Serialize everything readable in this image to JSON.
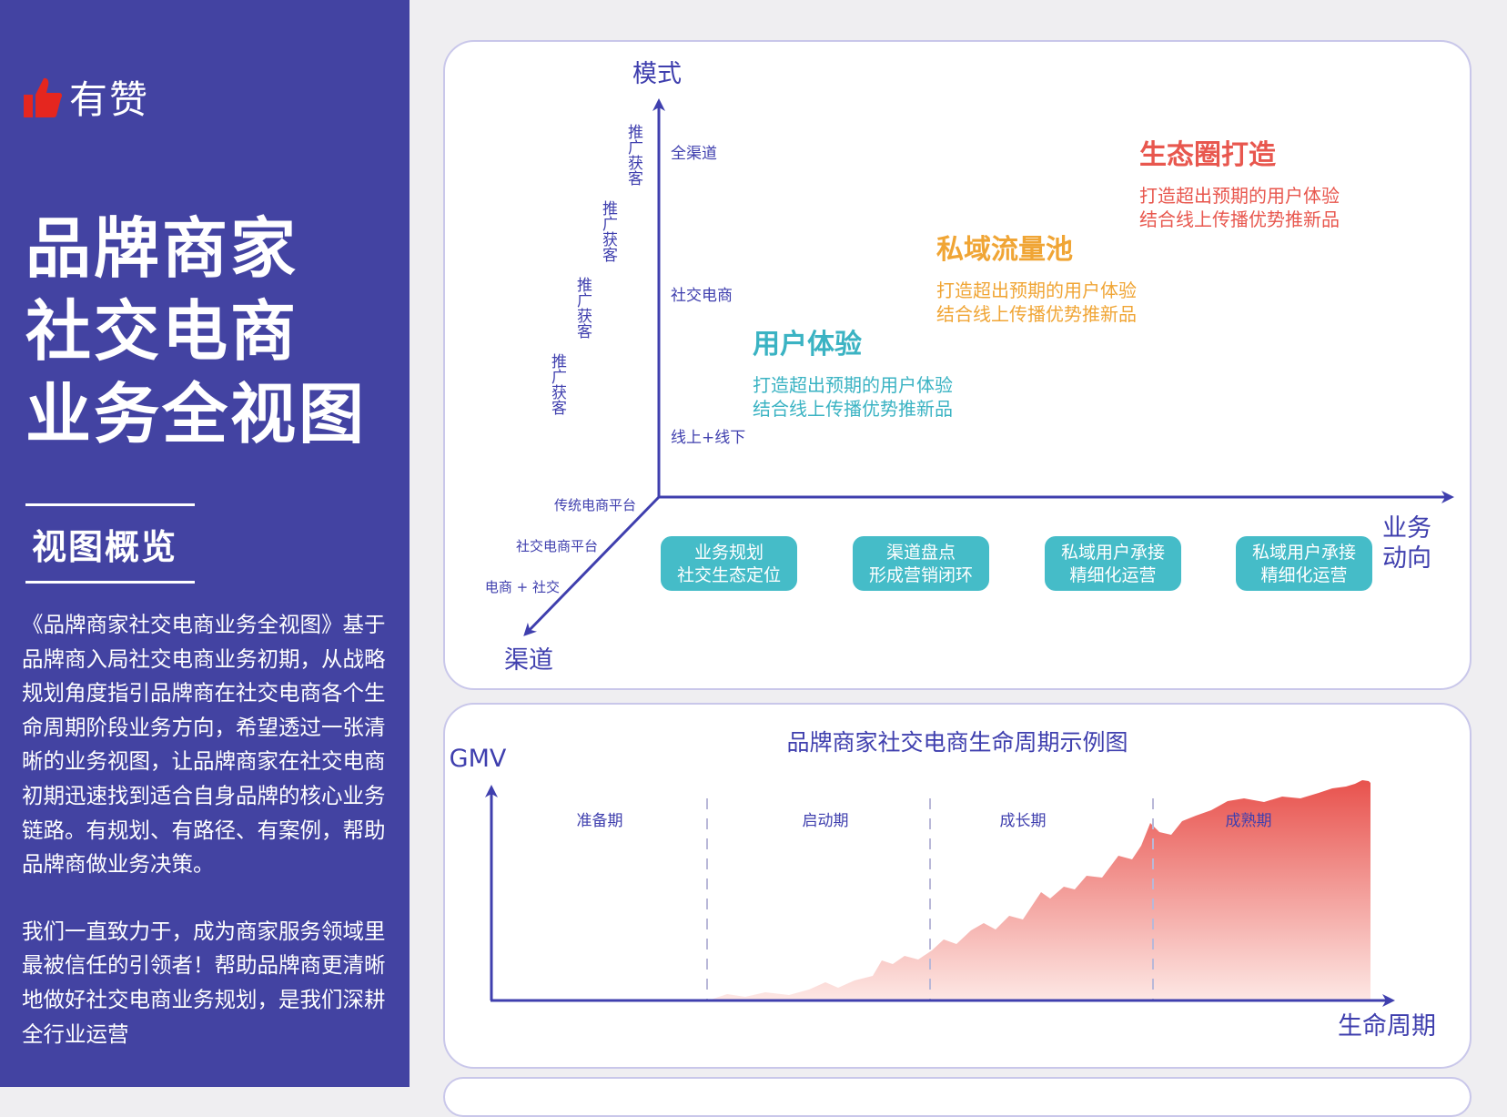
{
  "brand": {
    "name": "有赞"
  },
  "sidebar": {
    "title_lines": [
      "品牌商家",
      "社交电商",
      "业务全视图"
    ],
    "section_title": "视图概览",
    "paragraph1": "《品牌商家社交电商业务全视图》基于品牌商入局社交电商业务初期，从战略规划角度指引品牌商在社交电商各个生命周期阶段业务方向，希望透过一张清晰的业务视图，让品牌商家在社交电商初期迅速找到适合自身品牌的核心业务链路。有规划、有路径、有案例，帮助品牌商做业务决策。",
    "paragraph2": "我们一直致力于，成为商家服务领域里最被信任的引领者！帮助品牌商更清晰地做好社交电商业务规划，是我们深耕全行业运营"
  },
  "matrix": {
    "y_axis_label": "模式",
    "x_axis_label_lines": [
      "业务",
      "动向"
    ],
    "z_axis_label": "渠道",
    "y_ticks": [
      "全渠道",
      "社交电商",
      "线上+线下"
    ],
    "z_ticks": [
      "传统电商平台",
      "社交电商平台",
      "电商 + 社交"
    ],
    "diagonal_labels": [
      "推广获客",
      "推广获客",
      "推广获客",
      "推广获客"
    ],
    "stages": [
      {
        "title": "用户体验",
        "line1": "打造超出预期的用户体验",
        "line2": "结合线上传播优势推新品",
        "color": "#3bb3c3"
      },
      {
        "title": "私域流量池",
        "line1": "打造超出预期的用户体验",
        "line2": "结合线上传播优势推新品",
        "color": "#f0a535"
      },
      {
        "title": "生态圈打造",
        "line1": "打造超出预期的用户体验",
        "line2": "结合线上传播优势推新品",
        "color": "#e8574e"
      }
    ],
    "x_boxes": [
      {
        "line1": "业务规划",
        "line2": "社交生态定位"
      },
      {
        "line1": "渠道盘点",
        "line2": "形成营销闭环"
      },
      {
        "line1": "私域用户承接",
        "line2": "精细化运营"
      },
      {
        "line1": "私域用户承接",
        "line2": "精细化运营"
      }
    ],
    "colors": {
      "axis": "#3f3fae",
      "box": "#45bcc8"
    }
  },
  "lifecycle": {
    "title": "品牌商家社交电商生命周期示例图",
    "y_label": "GMV",
    "x_label": "生命周期",
    "phases": [
      "准备期",
      "启动期",
      "成长期",
      "成熟期"
    ],
    "colors": {
      "fill_top": "#e8524d",
      "fill_bottom": "#fde7e4",
      "axis": "#3f3fae"
    }
  }
}
